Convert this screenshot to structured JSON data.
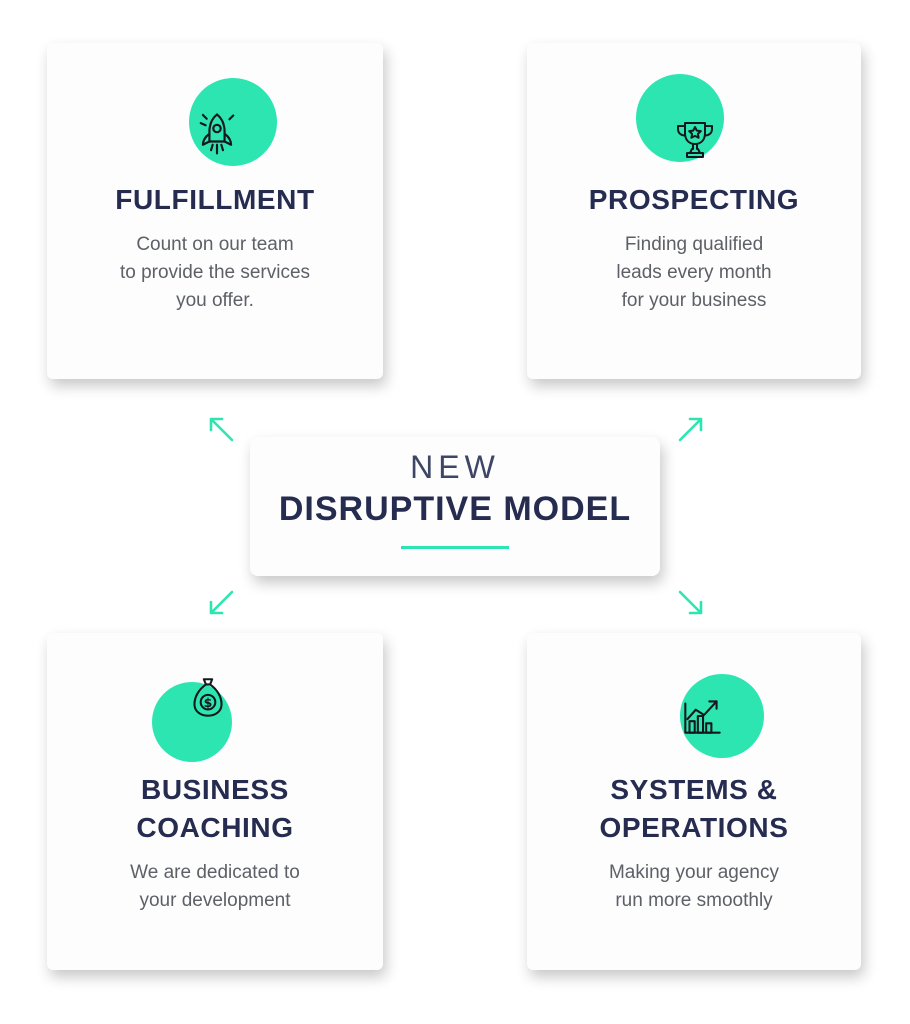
{
  "colors": {
    "accent": "#2ce5b1",
    "heading": "#262c4f",
    "body": "#5d6066",
    "icon": "#17181d",
    "card_bg": "#fdfdfe"
  },
  "center_box": {
    "subtitle": "NEW",
    "title": "DISRUPTIVE MODEL"
  },
  "cards": {
    "fulfillment": {
      "title": "FULFILLMENT",
      "description": "Count on our team\nto provide the services\nyou offer.",
      "icon": "rocket-icon"
    },
    "prospecting": {
      "title": "PROSPECTING",
      "description": "Finding qualified\nleads every month\nfor your business",
      "icon": "trophy-icon"
    },
    "coaching": {
      "title": "BUSINESS\nCOACHING",
      "description": "We are dedicated to\nyour development",
      "icon": "money-bag-icon"
    },
    "systems": {
      "title": "SYSTEMS &\nOPERATIONS",
      "description": "Making your agency\nrun more smoothly",
      "icon": "chart-icon"
    }
  }
}
